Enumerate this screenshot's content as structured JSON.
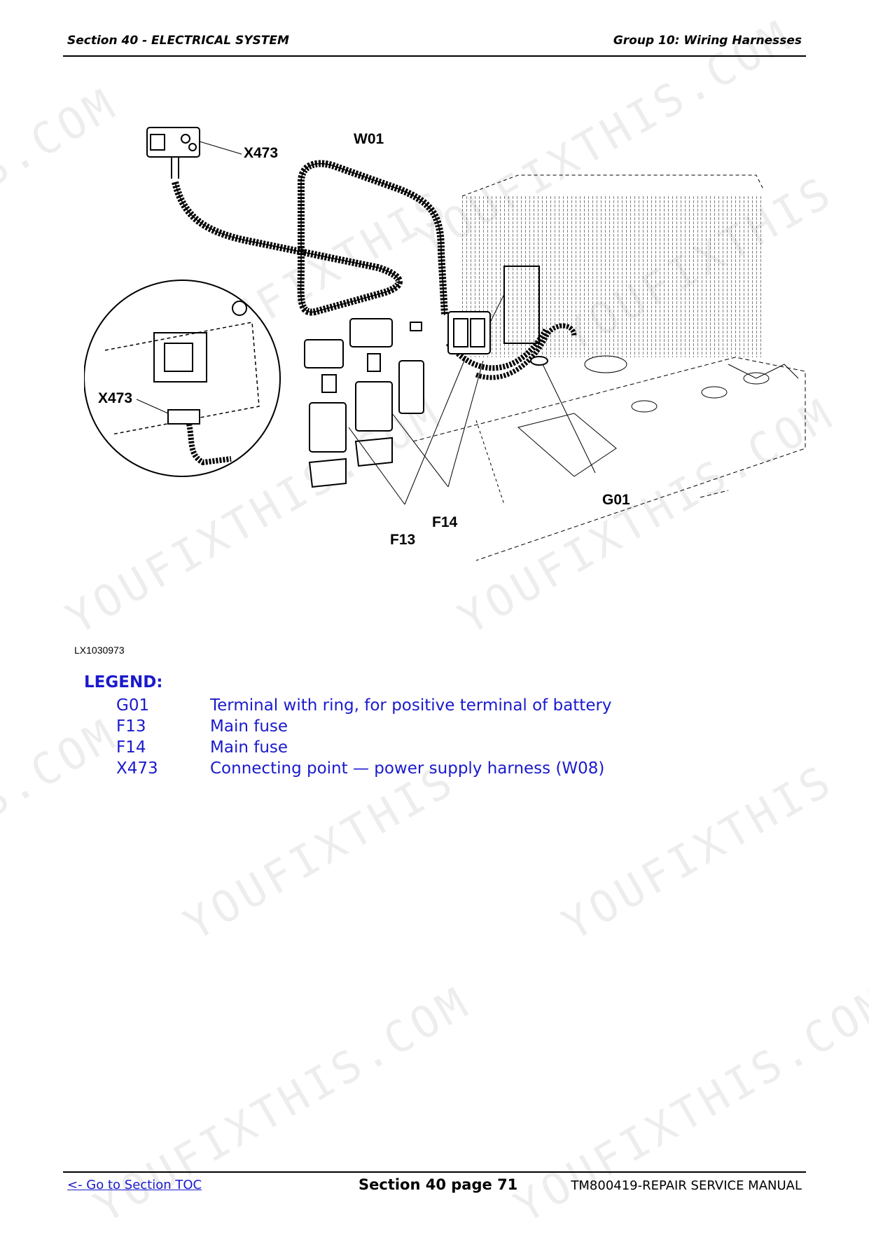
{
  "header": {
    "left": "Section 40 - ELECTRICAL SYSTEM",
    "right": "Group 10: Wiring Harnesses"
  },
  "figure": {
    "callouts": {
      "x473_top": "X473",
      "w01": "W01",
      "x473_detail": "X473",
      "g01": "G01",
      "f14": "F14",
      "f13": "F13"
    },
    "id": "LX1030973"
  },
  "legend": {
    "title": "LEGEND:",
    "items": [
      {
        "code": "G01",
        "desc": "Terminal with ring, for positive terminal of battery"
      },
      {
        "code": "F13",
        "desc": "Main fuse"
      },
      {
        "code": "F14",
        "desc": "Main fuse"
      },
      {
        "code": "X473",
        "desc": "Connecting point — power supply harness (W08)"
      }
    ]
  },
  "footer": {
    "link": "<- Go to Section TOC",
    "center": "Section 40 page 71",
    "right": "TM800419-REPAIR SERVICE MANUAL"
  },
  "watermark": {
    "text_com": "S.COM",
    "text_you": "YOUFIXTHIS",
    "text_full": "YOUFIXTHIS.COM"
  }
}
